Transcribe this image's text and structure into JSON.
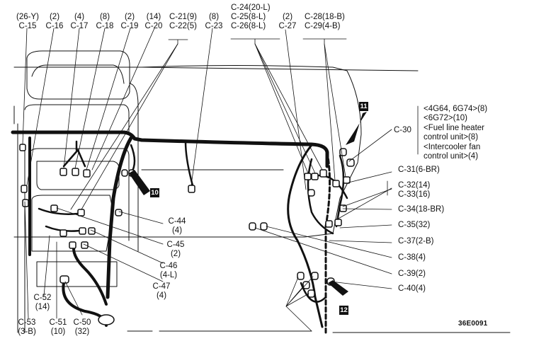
{
  "diagram": {
    "figure_code": "36E0091",
    "colors": {
      "ink": "#111111",
      "paper": "#ffffff"
    },
    "top_labels": [
      {
        "id": "C-15",
        "spec": "(26-Y)"
      },
      {
        "id": "C-16",
        "spec": "(2)"
      },
      {
        "id": "C-17",
        "spec": "(4)"
      },
      {
        "id": "C-18",
        "spec": "(8)"
      },
      {
        "id": "C-19",
        "spec": "(2)"
      },
      {
        "id": "C-20",
        "spec": "(14)"
      },
      {
        "id": "C-23",
        "spec": "(8)"
      },
      {
        "id": "C-27",
        "spec": "(2)"
      }
    ],
    "top_groups": [
      {
        "lines": [
          "C-21(9)",
          "C-22(5)"
        ]
      },
      {
        "lines": [
          "C-24(20-L)",
          "C-25(8-L)",
          "C-26(8-L)"
        ]
      },
      {
        "lines": [
          "C-28(18-B)",
          "C-29(4-B)"
        ]
      }
    ],
    "c30": {
      "id": "C-30",
      "variants": [
        "<4G64, 6G74>(8)",
        "<6G72>(10)",
        "<Fuel line heater",
        "control unit>(8)",
        "<Intercooler fan",
        "control unit>(4)"
      ]
    },
    "right_labels": [
      "C-31(6-BR)",
      "C-34(18-BR)",
      "C-35(32)",
      "C-37(2-B)",
      "C-38(4)",
      "C-39(2)",
      "C-40(4)"
    ],
    "right_group": {
      "lines": [
        "C-32(14)",
        "C-33(16)"
      ]
    },
    "mid_labels": [
      {
        "id": "C-44",
        "spec": "(4)"
      },
      {
        "id": "C-45",
        "spec": "(2)"
      },
      {
        "id": "C-46",
        "spec": "(4-L)"
      },
      {
        "id": "C-47",
        "spec": "(4)"
      }
    ],
    "bottom_labels": [
      {
        "id": "C-52",
        "spec": "(14)"
      },
      {
        "id": "C-53",
        "spec": "(3-B)"
      },
      {
        "id": "C-51",
        "spec": "(10)"
      },
      {
        "id": "C-50",
        "spec": "(32)"
      }
    ],
    "callouts": [
      "10",
      "11",
      "12"
    ]
  }
}
